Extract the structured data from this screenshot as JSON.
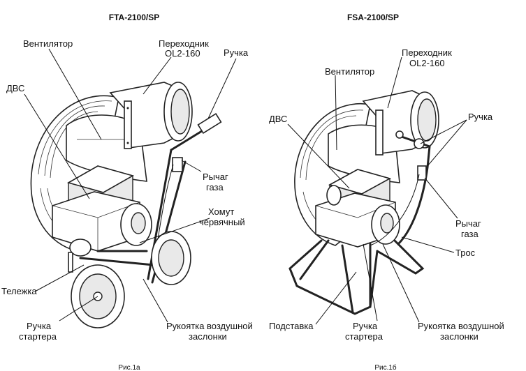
{
  "figures": [
    {
      "title": "FTA-2100/SP",
      "caption": "Рис.1а",
      "labels": {
        "fan": "Вентилятор",
        "adapter_1": "Переходник",
        "adapter_2": "OL2-160",
        "handle": "Ручка",
        "engine": "ДВС",
        "throttle_1": "Рычаг",
        "throttle_2": "газа",
        "clamp_1": "Хомут",
        "clamp_2": "червячный",
        "cart": "Тележка",
        "starter_1": "Ручка",
        "starter_2": "стартера",
        "choke_1": "Рукоятка воздушной",
        "choke_2": "заслонки"
      }
    },
    {
      "title": "FSA-2100/SP",
      "caption": "Рис.1б",
      "labels": {
        "adapter_1": "Переходник",
        "adapter_2": "OL2-160",
        "fan": "Вентилятор",
        "engine": "ДВС",
        "handle": "Ручка",
        "throttle_1": "Рычаг",
        "throttle_2": "газа",
        "cable": "Трос",
        "stand": "Подставка",
        "starter_1": "Ручка",
        "starter_2": "стартера",
        "choke_1": "Рукоятка воздушной",
        "choke_2": "заслонки"
      }
    }
  ]
}
